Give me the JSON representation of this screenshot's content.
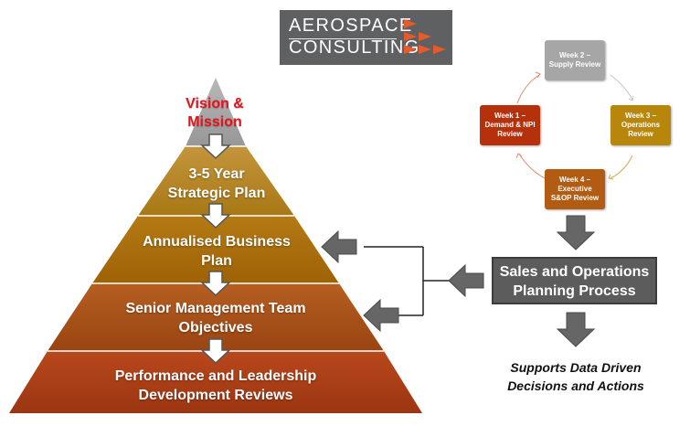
{
  "logo": {
    "line1": "AEROSPACE",
    "line2": "CONSULTING"
  },
  "pyramid": {
    "apex": "Vision & Mission",
    "levels": [
      {
        "line1": "3-5 Year",
        "line2": "Strategic Plan",
        "color": "#b07f22"
      },
      {
        "line1": "Annualised Business",
        "line2": "Plan",
        "color": "#a86a0e"
      },
      {
        "line1": "Senior Management Team",
        "line2": "Objectives",
        "color": "#a4501a"
      },
      {
        "line1": "Performance and Leadership",
        "line2": "Development Reviews",
        "color": "#a83f19"
      }
    ],
    "apex_color": "#a5a5a5",
    "apex_text_color": "#e3141b"
  },
  "cycle": {
    "week2": "Week 2 – Supply Review",
    "week3": "Week 3 – Operations Review",
    "week4": "Week 4 – Executive S&OP Review",
    "week1": "Week 1 – Demand & NPI Review",
    "colors": {
      "week2": "#a6a6a6",
      "week3": "#b8860b",
      "week4": "#b25b12",
      "week1": "#b5310c"
    }
  },
  "sop": {
    "line1": "Sales and Operations",
    "line2": "Planning Process"
  },
  "supports": {
    "line1": "Supports Data Driven",
    "line2": "Decisions and Actions"
  }
}
